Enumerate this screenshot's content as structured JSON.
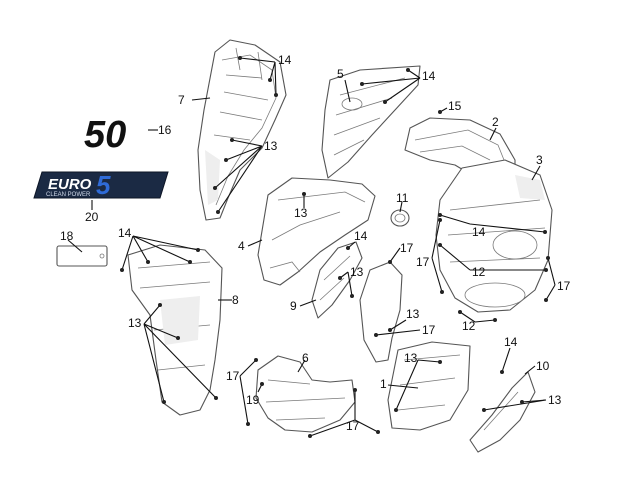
{
  "badges": {
    "model_number": "50",
    "euro_text": "EURO",
    "euro_number": "5",
    "clean_power": "CLEAN POWER"
  },
  "callouts": [
    "1",
    "2",
    "3",
    "4",
    "5",
    "6",
    "7",
    "8",
    "9",
    "10",
    "11",
    "12",
    "13",
    "14",
    "15",
    "16",
    "17",
    "18",
    "19",
    "20"
  ],
  "colors": {
    "ink": "#111111",
    "part_outline": "#555555",
    "badge_bg": "#1b2a44",
    "badge_accent": "#2f6bd8"
  }
}
